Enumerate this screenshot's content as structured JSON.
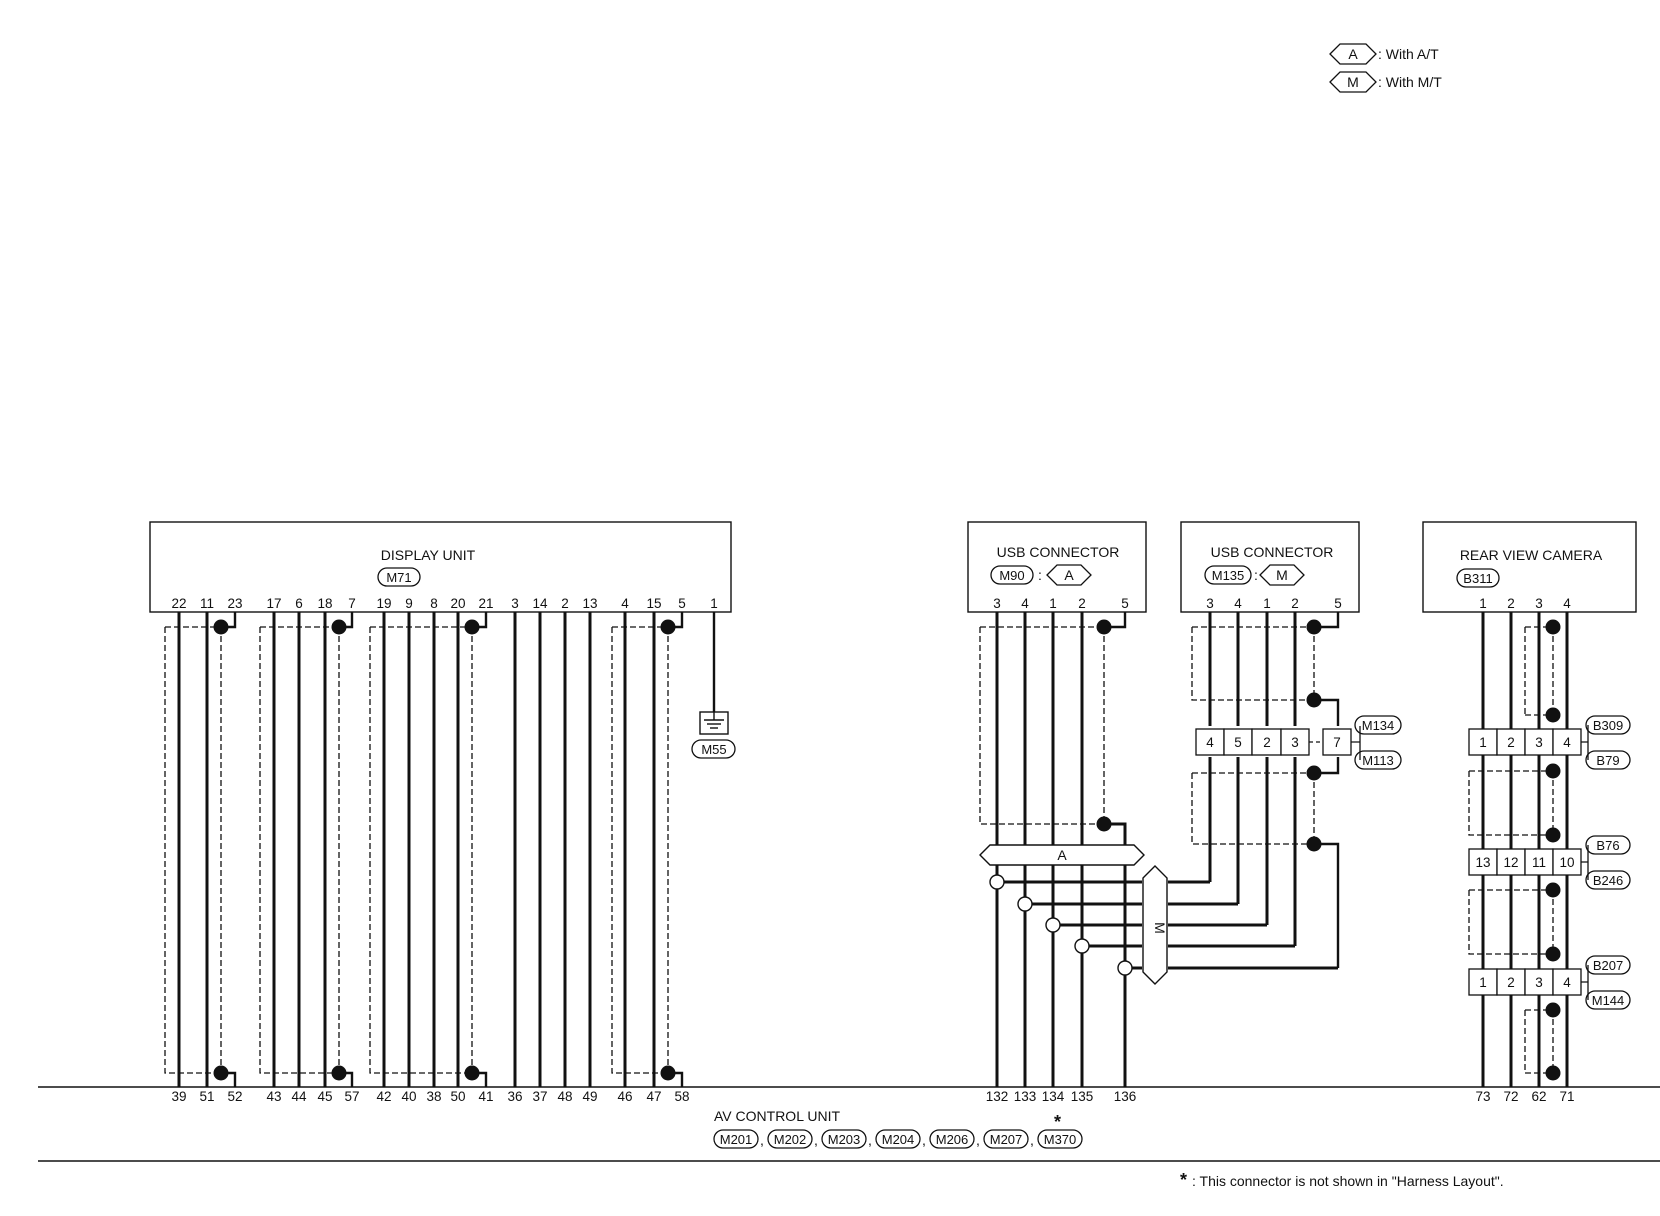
{
  "legend": [
    {
      "code": "A",
      "text": ": With A/T"
    },
    {
      "code": "M",
      "text": ": With M/T"
    }
  ],
  "components": {
    "display_unit": {
      "name": "DISPLAY UNIT",
      "connector": "M71",
      "pins": [
        "22",
        "11",
        "23",
        "17",
        "6",
        "18",
        "7",
        "19",
        "9",
        "8",
        "20",
        "21",
        "3",
        "14",
        "2",
        "13",
        "4",
        "15",
        "5",
        "1"
      ]
    },
    "usb_at": {
      "name": "USB CONNECTOR",
      "connector": "M90",
      "variant": "A",
      "pins": [
        "3",
        "4",
        "1",
        "2",
        "5"
      ]
    },
    "usb_mt": {
      "name": "USB CONNECTOR",
      "connector": "M135",
      "variant": "M",
      "pins": [
        "3",
        "4",
        "1",
        "2",
        "5"
      ]
    },
    "camera": {
      "name": "REAR VIEW CAMERA",
      "connector": "B311",
      "pins": [
        "1",
        "2",
        "3",
        "4"
      ]
    }
  },
  "ground": {
    "connector": "M55"
  },
  "junctions": {
    "m134_m113": {
      "pins": [
        "4",
        "5",
        "2",
        "3",
        "7"
      ],
      "upper": "M134",
      "lower": "M113"
    },
    "b309_b79": {
      "pins": [
        "1",
        "2",
        "3",
        "4"
      ],
      "upper": "B309",
      "lower": "B79"
    },
    "b76_b246": {
      "pins": [
        "13",
        "12",
        "11",
        "10"
      ],
      "upper": "B76",
      "lower": "B246"
    },
    "b207_m144": {
      "pins": [
        "1",
        "2",
        "3",
        "4"
      ],
      "upper": "B207",
      "lower": "M144"
    }
  },
  "switch_labels": {
    "A": "A",
    "M": "M"
  },
  "av_control_unit": {
    "name": "AV CONTROL UNIT",
    "connectors": [
      "M201",
      "M202",
      "M203",
      "M204",
      "M206",
      "M207",
      "M370"
    ],
    "separator": ",",
    "star": "*",
    "pins_group1": [
      "39",
      "51",
      "52",
      "43",
      "44",
      "45",
      "57",
      "42",
      "40",
      "38",
      "50",
      "41",
      "36",
      "37",
      "48",
      "49",
      "46",
      "47",
      "58"
    ],
    "pins_group2": [
      "132",
      "133",
      "134",
      "135",
      "136"
    ],
    "pins_group3": [
      "73",
      "72",
      "62",
      "71"
    ]
  },
  "footnote": {
    "star": "*",
    "text": ": This connector is not shown in \"Harness Layout\"."
  }
}
